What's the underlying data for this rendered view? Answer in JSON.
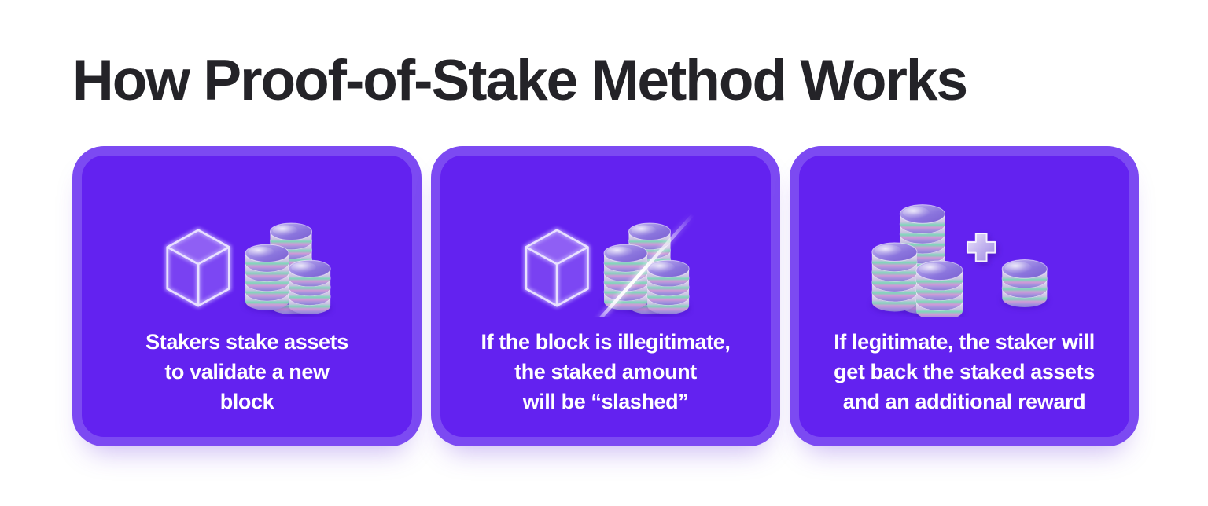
{
  "title": "How Proof-of-Stake Method Works",
  "theme": {
    "page_bg": "#ffffff",
    "title_color": "#242328",
    "card_fill": "#6322f0",
    "card_border": "#7c4af2",
    "card_text": "#ffffff",
    "coin_teal": "#7fd6ba",
    "coin_pink": "#d09ad8",
    "coin_purple_top": "#8a74dd"
  },
  "cards": [
    {
      "name": "stake-assets",
      "icons": [
        "block-cube-icon",
        "coin-stacks-icon"
      ],
      "text": "Stakers stake assets\nto validate a new\nblock"
    },
    {
      "name": "illegitimate-slashed",
      "icons": [
        "block-cube-icon",
        "coin-stacks-icon",
        "slash-icon"
      ],
      "text": "If the block is illegitimate,\nthe staked amount\nwill be “slashed”"
    },
    {
      "name": "legitimate-reward",
      "icons": [
        "coin-stacks-icon",
        "plus-icon",
        "reward-coin-stack-icon"
      ],
      "text": "If legitimate, the staker will\nget back the staked assets\nand an additional reward"
    }
  ]
}
